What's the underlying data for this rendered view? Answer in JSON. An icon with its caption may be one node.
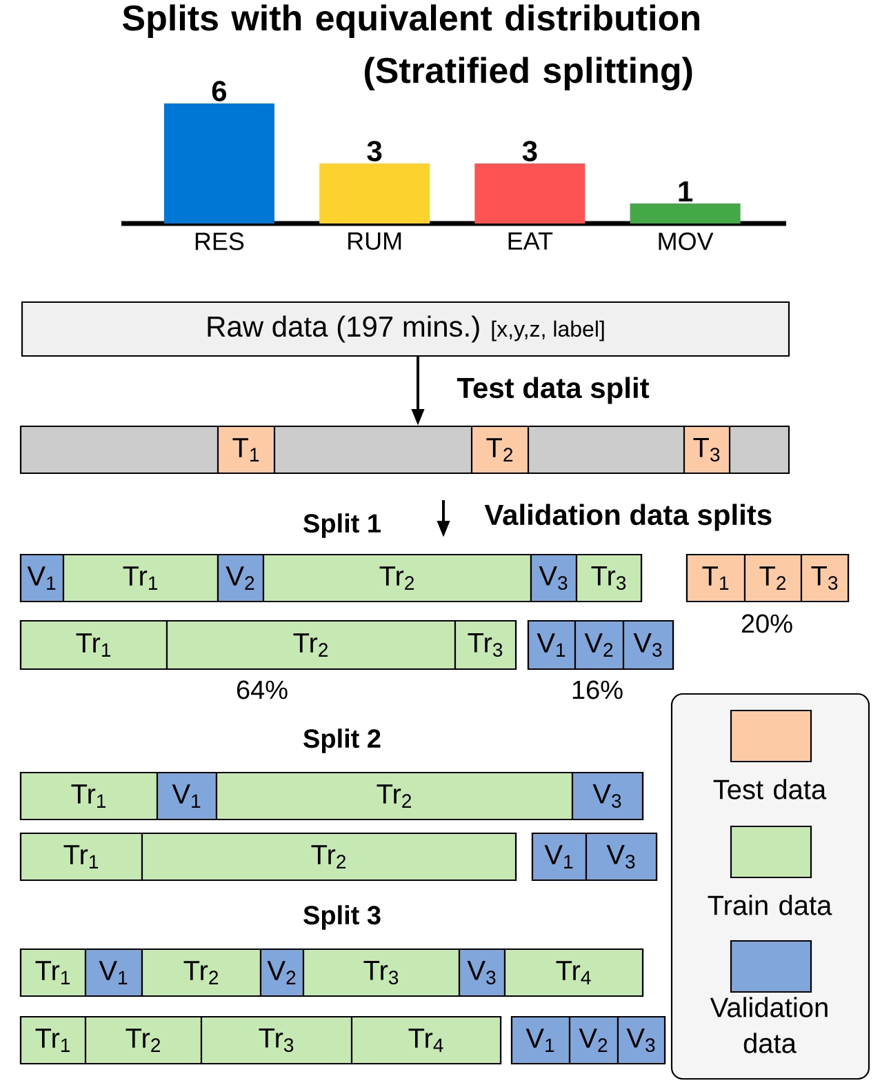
{
  "diagram": {
    "title": "Splits with equivalent distribution (Stratified splitting)",
    "nodes": [
      {
        "text": [
          "Raw data (197 mins.)",
          "[x,y,z, label]"
        ]
      },
      {
        "text": [],
        "shape": "bar"
      },
      {
        "text": [
          "T$_{1}$"
        ],
        "in": 1
      },
      {
        "text": [
          "T$_{2}$"
        ],
        "in": 1
      },
      {
        "text": [
          "T$_{3}$"
        ],
        "in": 1
      },
      {
        "text": [],
        "shape": "bar"
      },
      {
        "text": [
          "V$_{1}$"
        ],
        "in": 5
      },
      {
        "text": [
          "Tr$_{1}$"
        ],
        "in": 5
      },
      {
        "text": [
          "V$_{2}$"
        ],
        "in": 5
      },
      {
        "text": [
          "Tr$_{2}$"
        ],
        "in": 5
      },
      {
        "text": [
          "V$_{3}$"
        ],
        "in": 5
      },
      {
        "text": [
          "Tr$_{3}$"
        ],
        "in": 5
      },
      {
        "text": [],
        "shape": "bar"
      },
      {
        "text": [
          "T$_{1}$"
        ],
        "in": 12
      },
      {
        "text": [
          "T$_{2}$"
        ],
        "in": 12
      },
      {
        "text": [
          "T$_{3}$"
        ],
        "in": 12
      },
      {
        "text": [],
        "shape": "bar"
      },
      {
        "text": [
          "Tr$_{1}$"
        ],
        "in": 16
      },
      {
        "text": [
          "Tr$_{2}$"
        ],
        "in": 16
      },
      {
        "text": [
          "Tr$_{3}$"
        ],
        "in": 16
      },
      {
        "text": [],
        "shape": "bar"
      },
      {
        "text": [
          "V$_{1}$"
        ],
        "in": 20
      },
      {
        "text": [
          "V$_{2}$"
        ],
        "in": 20
      },
      {
        "text": [
          "V$_{3}$"
        ],
        "in": 20
      },
      {
        "text": [],
        "shape": "bar"
      },
      {
        "text": [
          "Tr$_{1}$"
        ],
        "in": 24
      },
      {
        "text": [
          "V$_{1}$"
        ],
        "in": 24
      },
      {
        "text": [
          "Tr$_{2}$"
        ],
        "in": 24
      },
      {
        "text": [
          "V$_{3}$"
        ],
        "in": 24
      },
      {
        "text": [],
        "shape": "bar"
      },
      {
        "text": [
          "Tr$_{1}$"
        ],
        "in": 29
      },
      {
        "text": [
          "Tr$_{2}$"
        ],
        "in": 29
      },
      {
        "text": [],
        "shape": "bar"
      },
      {
        "text": [
          "V$_{1}$"
        ],
        "in": 32
      },
      {
        "text": [
          "V$_{3}$"
        ],
        "in": 32
      },
      {
        "text": [],
        "shape": "bar"
      },
      {
        "text": [
          "Tr$_{1}$"
        ],
        "in": 35
      },
      {
        "text": [
          "V$_{1}$"
        ],
        "in": 35
      },
      {
        "text": [
          "Tr$_{2}$"
        ],
        "in": 35
      },
      {
        "text": [
          "V$_{2}$"
        ],
        "in": 35
      },
      {
        "text": [
          "Tr$_{3}$"
        ],
        "in": 35
      },
      {
        "text": [
          "V$_{3}$"
        ],
        "in": 35
      },
      {
        "text": [
          "Tr$_{4}$"
        ],
        "in": 35
      },
      {
        "text": [],
        "shape": "bar"
      },
      {
        "text": [
          "Tr$_{1}$"
        ],
        "in": 43
      },
      {
        "text": [
          "Tr$_{2}$"
        ],
        "in": 43
      },
      {
        "text": [
          "Tr$_{3}$"
        ],
        "in": 43
      },
      {
        "text": [
          "Tr$_{4}$"
        ],
        "in": 43
      },
      {
        "text": [],
        "shape": "bar"
      },
      {
        "text": [
          "V$_{1}$"
        ],
        "in": 48
      },
      {
        "text": [
          "V$_{2}$"
        ],
        "in": 48
      },
      {
        "text": [
          "V$_{3}$"
        ],
        "in": 48
      }
    ],
    "edges": [
      {
        "from": 0,
        "to": 1,
        "arrow": "to",
        "label": "Test data split"
      },
      {
        "from": 1,
        "to": 5,
        "arrow": "to",
        "label": "Validation data splits"
      }
    ],
    "labels": [
      "Split 1",
      "20%",
      "64%",
      "16%",
      "Split 2",
      "Split 3"
    ],
    "legend": [
      {
        "text": "Test data",
        "color": "#fccba6"
      },
      {
        "text": "Train data",
        "color": "#c6e8b3"
      },
      {
        "text": "Validation data",
        "color": "#80a6dc"
      }
    ],
    "chart_data": {
      "type": "bar",
      "categories": [
        "RES",
        "RUM",
        "EAT",
        "MOV"
      ],
      "data_labels": true,
      "series": [
        {
          "values": [
            6,
            3,
            3,
            1
          ],
          "colors": [
            "#0077d4",
            "#fdd22e",
            "#ff5252",
            "#44a848"
          ]
        }
      ]
    }
  }
}
